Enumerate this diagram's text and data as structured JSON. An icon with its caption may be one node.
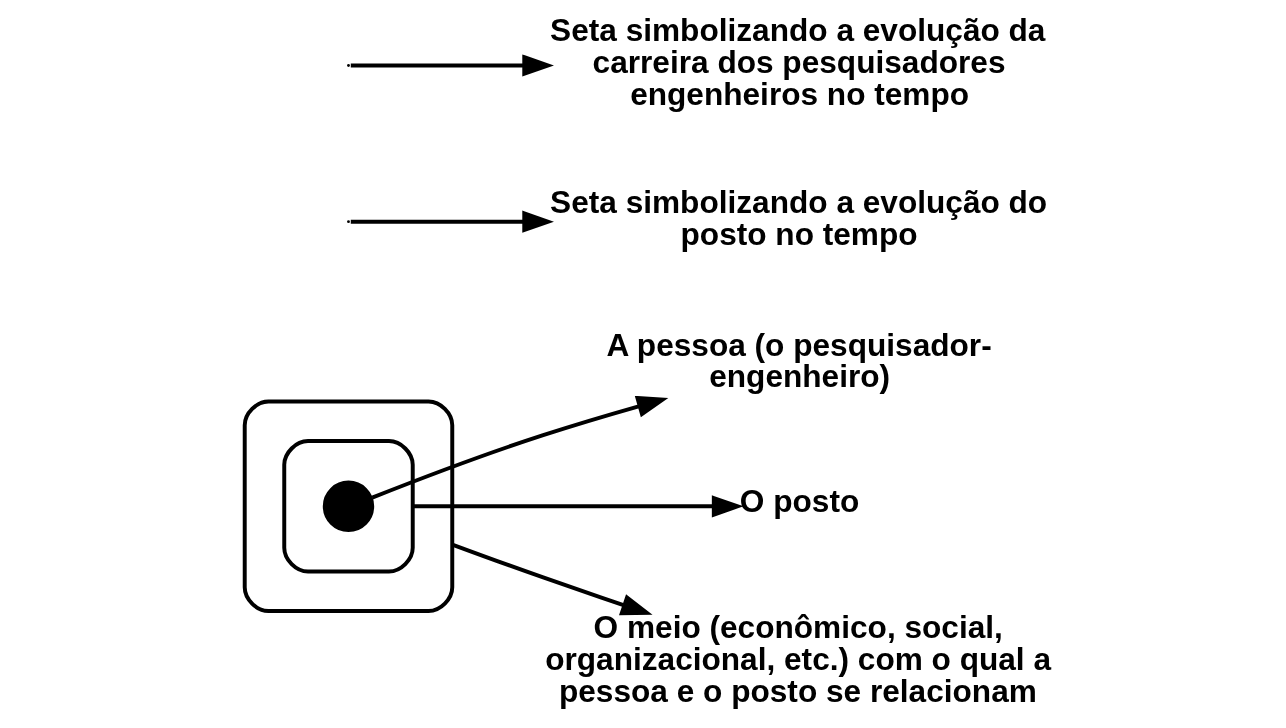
{
  "diagram": {
    "nodes": [
      {
        "text": [],
        "shape": "ellipse"
      },
      {
        "text": [],
        "shape": "ellipse",
        "in": 0
      },
      {
        "text": [],
        "shape": "circle",
        "in": 1
      },
      {
        "text": [
          "Seta simbolizando a evolução do posto no tempo"
        ]
      },
      {
        "text": [
          "Seta simbolizando a evolução da carreira dos pesquisadores engenheiros no tempo"
        ]
      },
      {
        "text": [
          "A pessoa (o pesquisador-engenheiro)"
        ]
      },
      {
        "text": [
          "O posto"
        ]
      },
      {
        "text": [
          "O meio (econômico, social, organizacional, etc.) com o qual a pessoa e o posto se relacionam"
        ]
      }
    ],
    "edges": [
      {
        "from": null,
        "to": 3,
        "arrow": "to"
      },
      {
        "from": null,
        "to": 4,
        "arrow": "to"
      },
      {
        "from": 2,
        "to": 5,
        "arrow": "to"
      },
      {
        "from": 1,
        "to": 6,
        "arrow": "to"
      },
      {
        "from": 0,
        "to": 7,
        "arrow": "to"
      }
    ]
  }
}
